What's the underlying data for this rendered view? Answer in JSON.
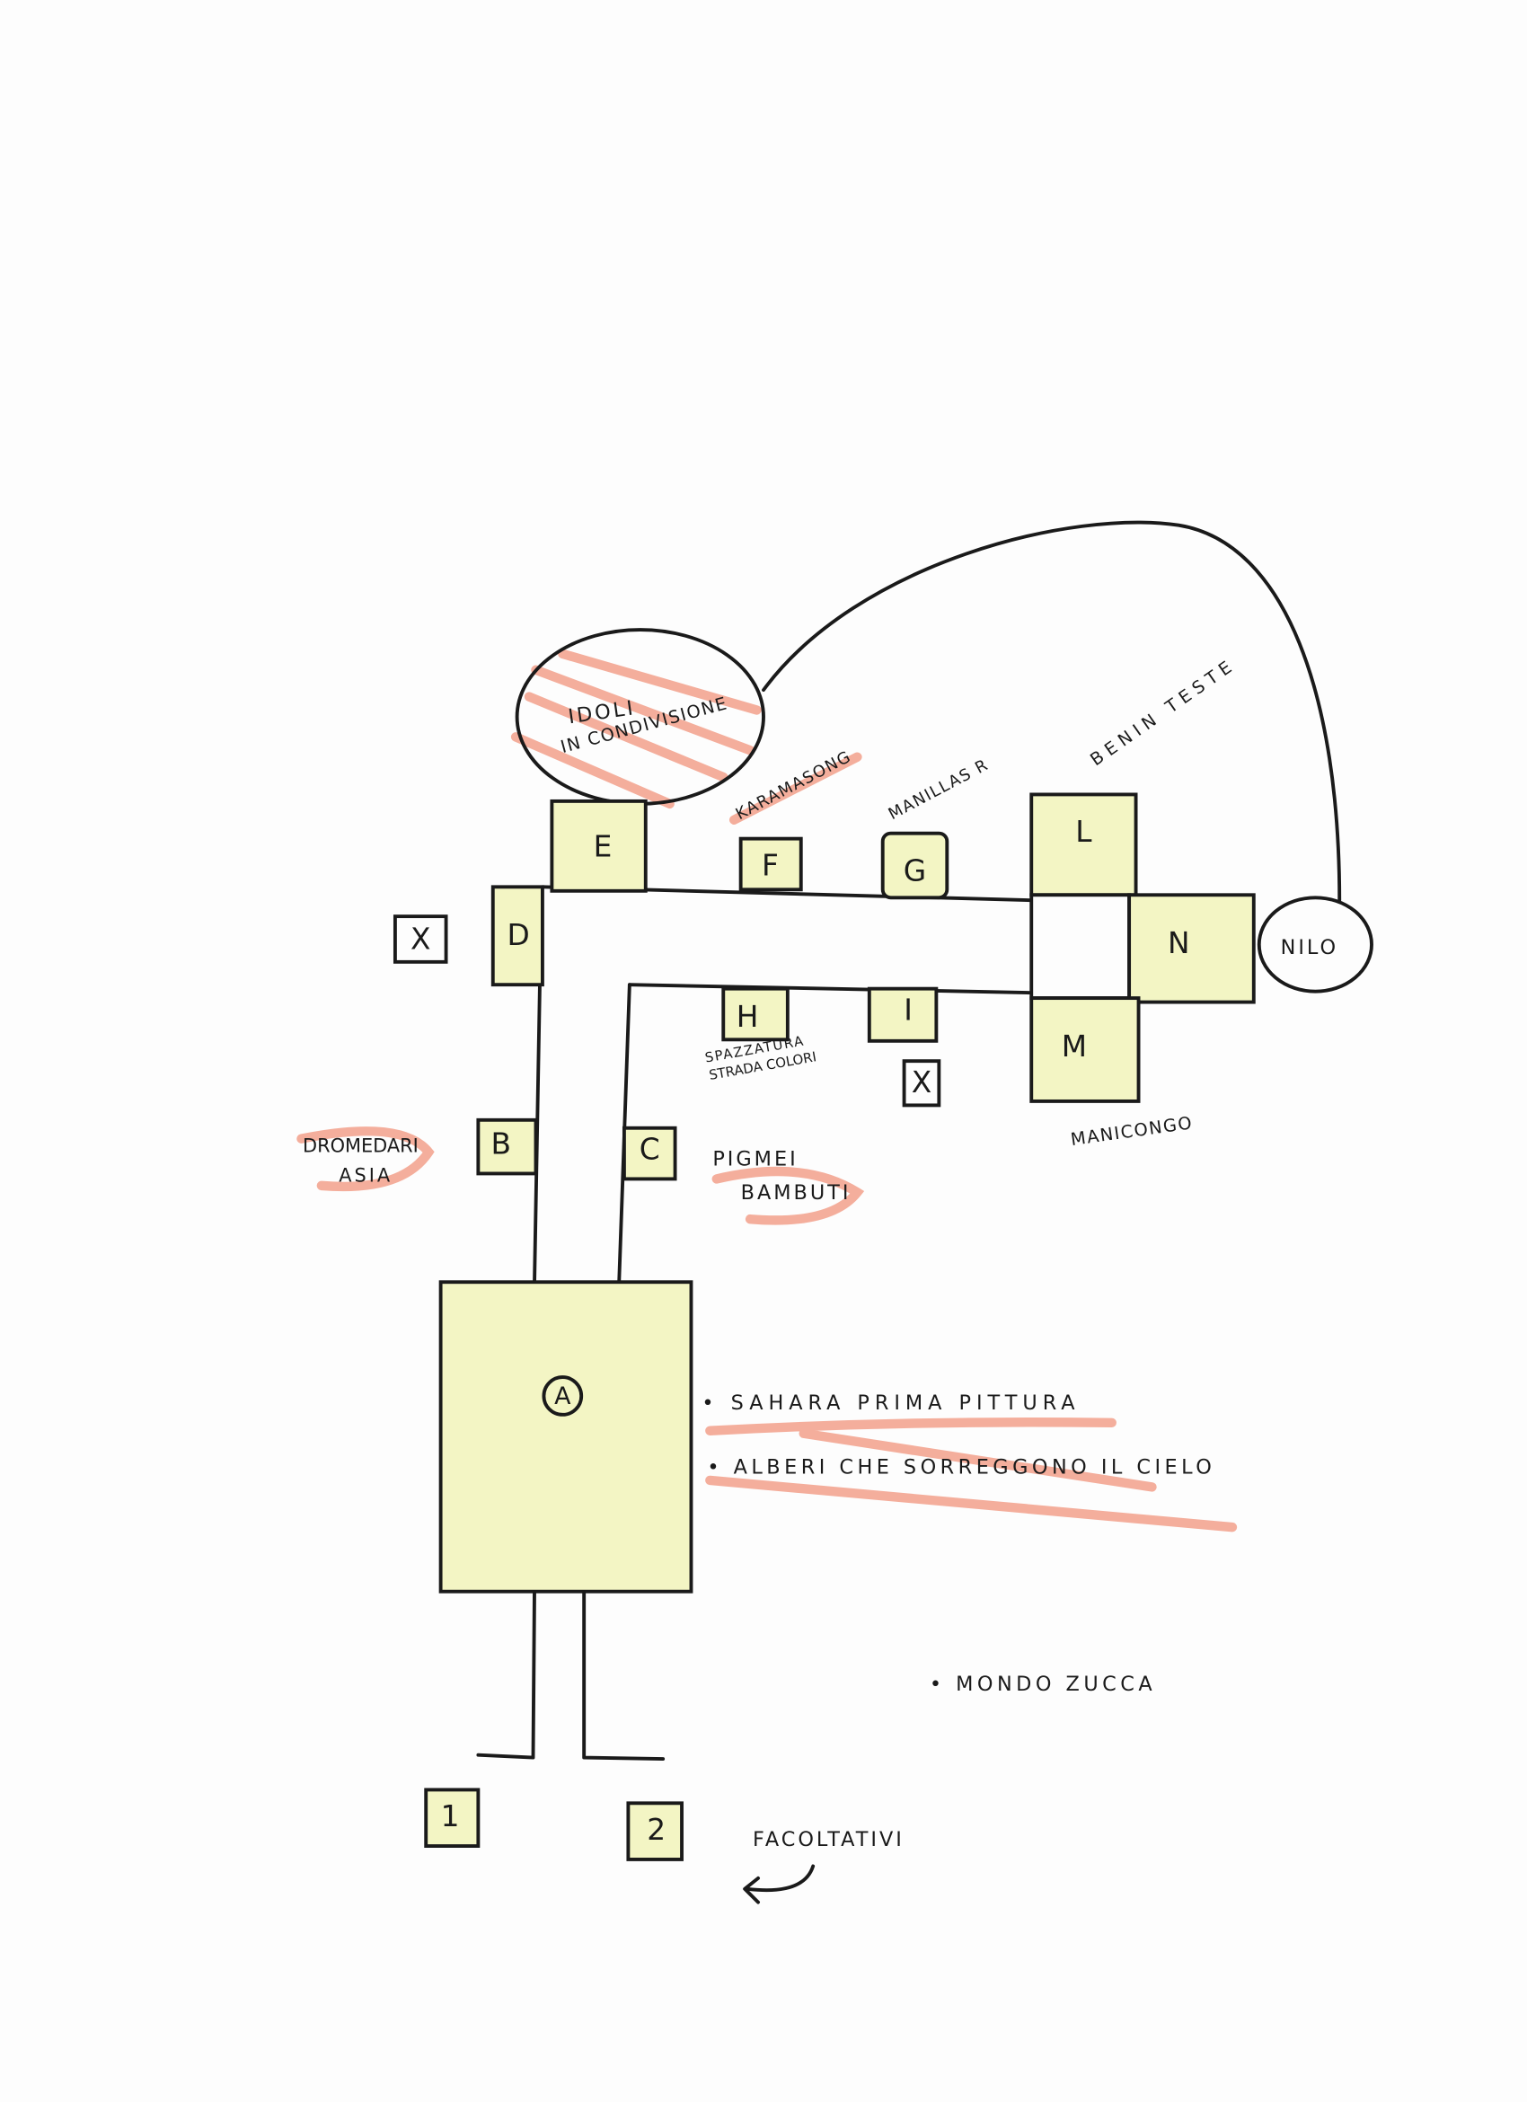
{
  "colors": {
    "room_fill": "#f3f5c4",
    "highlight": "#ef7a5c",
    "ink": "#1a1a1a"
  },
  "rooms": {
    "A": "A",
    "B": "B",
    "C": "C",
    "D": "D",
    "E": "E",
    "F": "F",
    "G": "G",
    "H": "H",
    "I": "I",
    "L": "L",
    "M": "M",
    "N": "N",
    "X": "X",
    "one": "1",
    "two": "2"
  },
  "labels": {
    "idoli_line1": "IDOLI",
    "idoli_line2": "IN CONDIVISIONE",
    "karamasong": "KARAMASONG",
    "manillas": "MANILLAS R",
    "benin": "BENIN TESTE",
    "nilo": "NILO",
    "spazzatura_line1": "SPAZZATURA",
    "spazzatura_line2": "STRADA COLORI",
    "manicongo": "MANICONGO",
    "dromedari_line1": "DROMEDARI",
    "dromedari_line2": "ASIA",
    "pigmei_line1": "PIGMEI",
    "pigmei_line2": "BAMBUTI",
    "sahara": "• SAHARA PRIMA PITTURA",
    "alberi": "• ALBERI CHE SORREGGONO IL CIELO",
    "mondo_zucca": "• MONDO ZUCCA",
    "facoltativi": "FACOLTATIVI"
  }
}
